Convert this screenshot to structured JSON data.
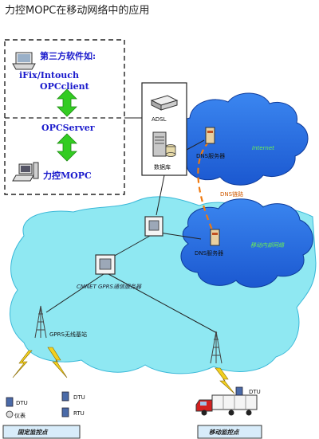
{
  "title": "力控MOPC在移动网络中的应用",
  "left_box": {
    "third_party_line1": "第三方软件如:",
    "third_party_line2": "iFix/Intouch",
    "third_party_line3": "OPCclient",
    "opcserver": "OPCServer",
    "mopc": "力控MOPC"
  },
  "server_box": {
    "adsl": "ADSL",
    "database": "数据库"
  },
  "internet_cloud": {
    "dns": "DNS服务器",
    "label": "Internet"
  },
  "dns_link": "DNS链路",
  "mobile_cloud": {
    "dns": "DNS服务器",
    "label": "移动内部网络"
  },
  "cmnet": "CMNET",
  "gprs_server": "GPRS通信服务器",
  "base_station": "GPRS无线基站",
  "fixed_site": {
    "dtu1": "DTU",
    "meter": "仪表",
    "dtu2": "DTU",
    "rtu": "RTU",
    "label": "固定监控点"
  },
  "mobile_site": {
    "dtu": "DTU",
    "label": "移动监控点"
  },
  "colors": {
    "sea": "#8fe8f2",
    "cloud": "#2b6ee8",
    "cloud_dark": "#1448b8",
    "arrow": "#33cc22",
    "text_blue": "#1a1acc",
    "dns_link": "#f07a10"
  }
}
